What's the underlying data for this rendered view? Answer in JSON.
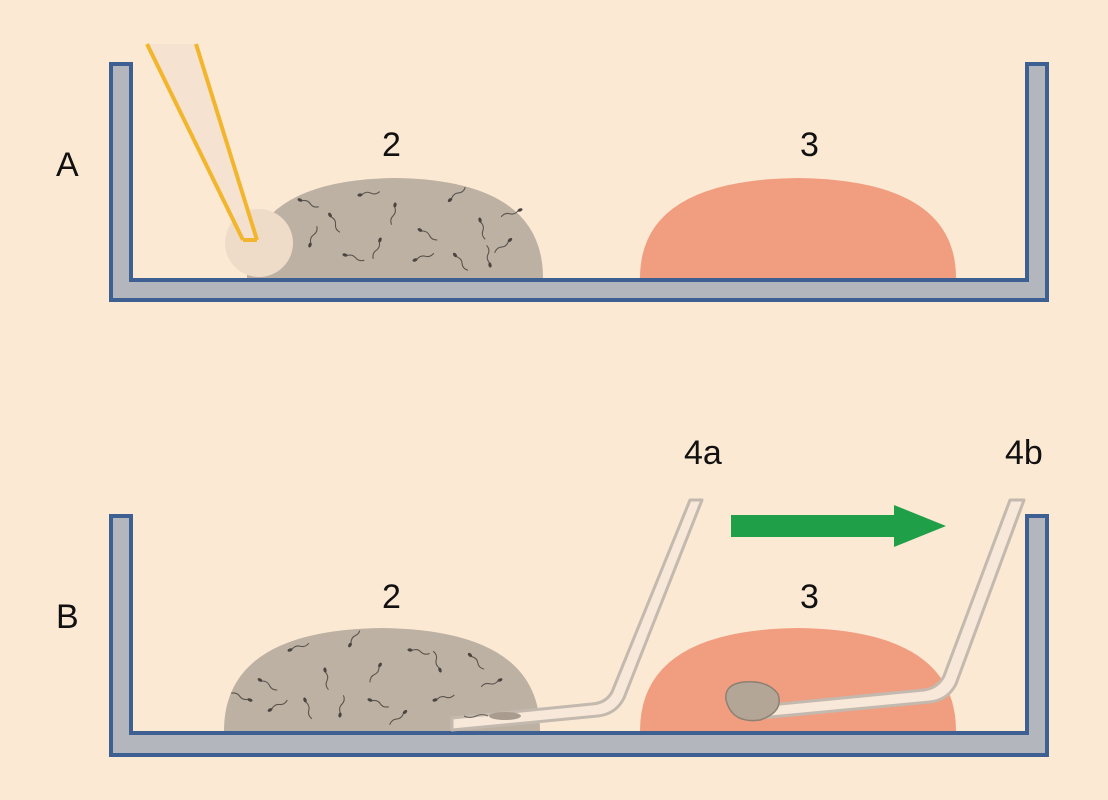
{
  "panels": [
    {
      "label": "A",
      "droplet_left": "2",
      "droplet_right": "3"
    },
    {
      "label": "B",
      "droplet_left": "2",
      "droplet_right": "3",
      "pipette_start": "4a",
      "pipette_end": "4b"
    }
  ],
  "colors": {
    "background": "#fbe9d3",
    "dish_fill": "#b3b7bd",
    "dish_stroke": "#3e5f92",
    "sperm_droplet": "#bdb1a3",
    "medium_droplet": "#f19d80",
    "needle_yellow": "#f2b62e",
    "pipette": "#c3b9ae",
    "arrow": "#1f9f47"
  },
  "icons": [
    "injection-needle-icon",
    "transfer-pipette-icon",
    "right-arrow-icon",
    "sperm-cell-icon"
  ]
}
